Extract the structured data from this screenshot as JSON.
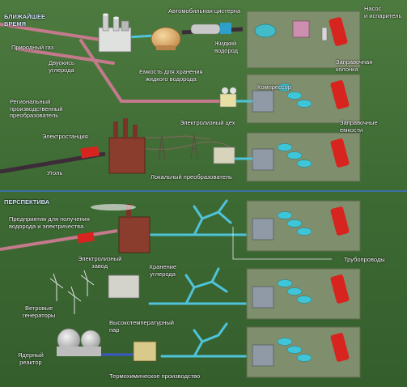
{
  "sections": {
    "near_term": "БЛИЖАЙШЕЕ\nВРЕМЯ",
    "perspective": "ПЕРСПЕКТИВА"
  },
  "labels": {
    "natural_gas": "Природный газ",
    "co2": "Двуокись\nуглерода",
    "regional_converter": "Региональный\nпроизводственный\nпреобразователь",
    "tank_truck": "Автомобильная цистерна",
    "liquid_hydrogen": "Жидкий\nводород",
    "hydrogen_storage": "Емкость для хранения\nжидкого водорода",
    "pump_evaporator": "Насос\nи испаритель",
    "filling_column": "Заправочная\nколонка",
    "compressor": "Компрессор",
    "electrolysis_shop": "Электролизный цех",
    "filling_tanks": "Заправочные\nемкости",
    "power_station": "Электростанция",
    "coal": "Уголь",
    "local_converter": "Локальный преобразователь",
    "enterprises": "Предприятия для получения\nводорода и электричества",
    "electrolysis_plant": "Электролизный\nзавод",
    "carbon_storage": "Хранение\nуглерода",
    "pipelines": "Трубопроводы",
    "wind_generators": "Ветровые\nгенераторы",
    "hot_steam": "Высокотемпературный\nпар",
    "nuclear_reactor": "Ядерный\nреактор",
    "thermochemical": "Термохимическое производство"
  },
  "colors": {
    "gas_pipe": "#c47a8c",
    "hydrogen_pipe": "#4fc3d9",
    "power_line": "#7a6a58",
    "rail": "#3c2c38",
    "ground": "#3f6b35",
    "divider": "#3d6fa8",
    "car": "#d8241e",
    "station_pad": "#7f8e6c"
  }
}
